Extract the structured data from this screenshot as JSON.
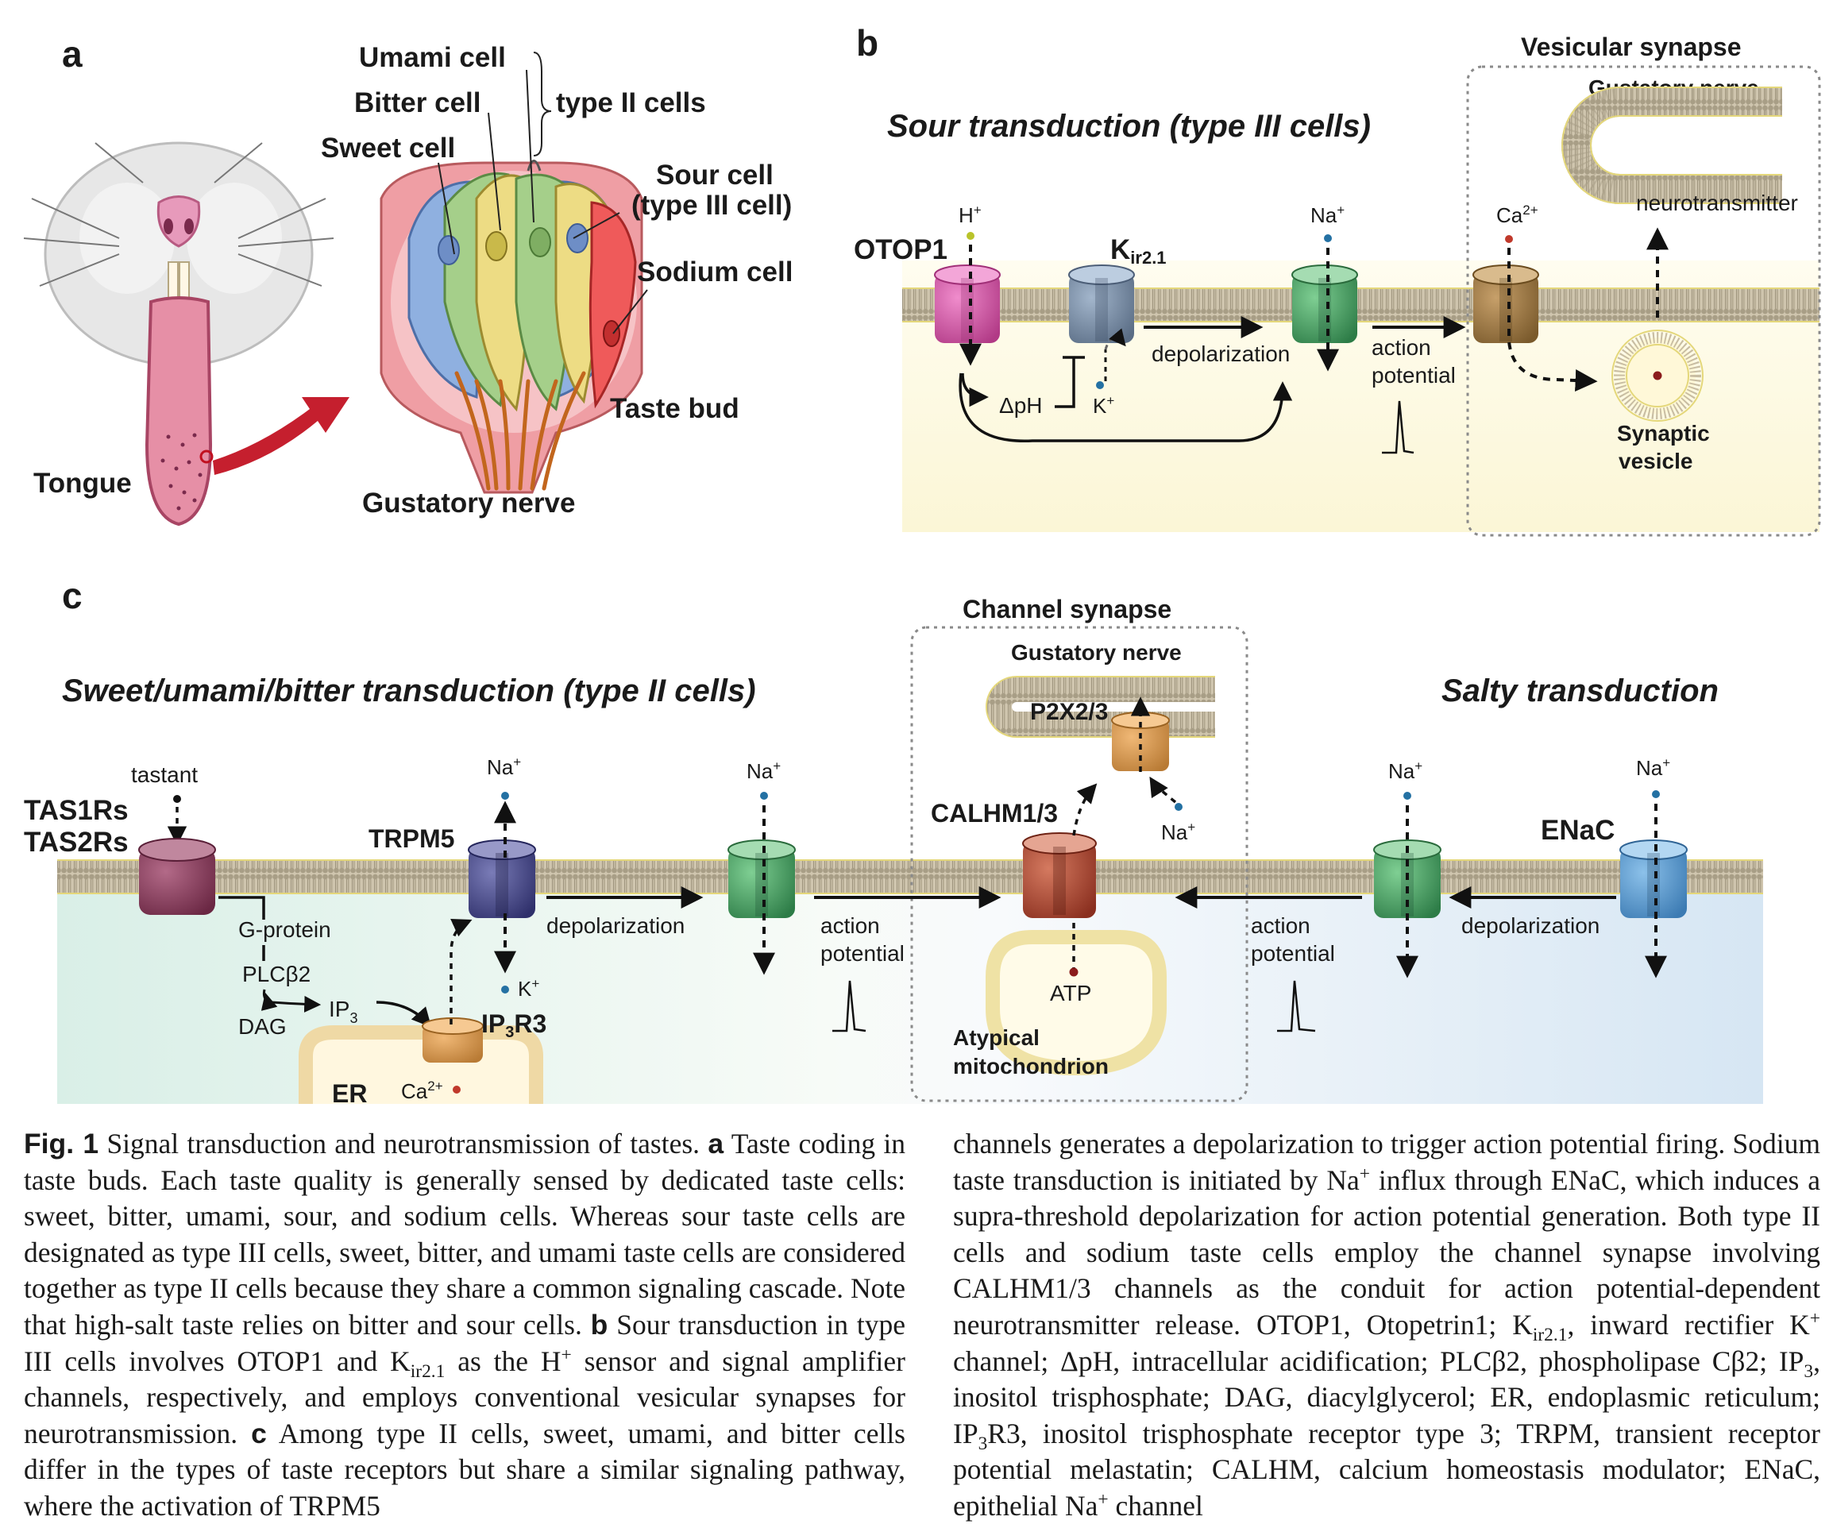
{
  "panel_a": {
    "letter": "a",
    "cells": {
      "umami": "Umami cell",
      "bitter": "Bitter cell",
      "sweet": "Sweet cell",
      "type2_group": "type II cells",
      "sour_line1": "Sour cell",
      "sour_line2": "(type III cell)",
      "sodium": "Sodium cell",
      "taste_bud": "Taste bud",
      "gustatory_nerve": "Gustatory nerve",
      "tongue": "Tongue"
    }
  },
  "panel_b": {
    "letter": "b",
    "title": "Sour transduction (type III cells)",
    "synapse_title": "Vesicular synapse",
    "gustatory_nerve": "Gustatory nerve",
    "neurotransmitter": "neurotransmitter",
    "synaptic_line1": "Synaptic",
    "synaptic_line2": "vesicle",
    "otop1": "OTOP1",
    "kir_main": "K",
    "kir_sub": "ir2.1",
    "h_ion": "H",
    "na_ion": "Na",
    "ca_ion": "Ca",
    "ca_charge": "2+",
    "k_ion": "K",
    "plus": "+",
    "dph": "ΔpH",
    "depolarization": "depolarization",
    "action": "action",
    "potential": "potential"
  },
  "panel_c": {
    "letter": "c",
    "title": "Sweet/umami/bitter transduction (type II cells)",
    "salty_title": "Salty transduction",
    "synapse_title": "Channel synapse",
    "gustatory_nerve": "Gustatory nerve",
    "p2x": "P2X2/3",
    "tastant": "tastant",
    "tas1rs": "TAS1Rs",
    "tas2rs": "TAS2Rs",
    "trpm5": "TRPM5",
    "calhm": "CALHM1/3",
    "enac": "ENaC",
    "gprotein": "G-protein",
    "plc": "PLCβ2",
    "dag": "DAG",
    "ip3_main": "IP",
    "ip3_sub": "3",
    "ip3r3_a": "IP",
    "ip3r3_sub": "3",
    "ip3r3_b": "R3",
    "er": "ER",
    "ca_ion": "Ca",
    "ca_charge": "2+",
    "na_ion": "Na",
    "k_ion": "K",
    "plus": "+",
    "atp": "ATP",
    "mito_line1": "Atypical",
    "mito_line2": "mitochondrion",
    "depolarization": "depolarization",
    "action": "action",
    "potential": "potential"
  },
  "caption": {
    "fig_label": "Fig. 1",
    "t1": " Signal transduction and neurotransmission of tastes. ",
    "a": "a",
    "t2": " Taste coding in taste buds. Each taste quality is generally sensed by dedicated taste cells: sweet, bitter, umami, sour, and sodium cells. Whereas sour taste cells are designated as type III cells, sweet, bitter, and umami taste cells are considered together as type II cells because they share a common signaling cascade. Note that high-salt taste relies on bitter and sour cells. ",
    "b": "b",
    "t3": " Sour transduction in type III cells involves OTOP1 and K",
    "sub_ir": "ir2.1",
    "t4": " as the H",
    "sup_plus": "+",
    "t5": " sensor and signal amplifier channels, respectively, and employs conventional vesicular synapses for neurotransmission. ",
    "c": "c",
    "t6": " Among type II cells, sweet, umami, and bitter cells differ in the types of taste receptors but share a similar signaling pathway, where the activation of TRPM5",
    "r1": "channels generates a depolarization to trigger action potential firing. Sodium taste transduction is initiated by Na",
    "r2": " influx through ENaC, which induces a supra-threshold depolarization for action potential generation. Both type II cells and sodium taste cells employ the channel synapse involving CALHM1/3 channels as the conduit for action potential-dependent neurotransmitter release. OTOP1, Otopetrin1; K",
    "r3": ", inward rectifier K",
    "r4": " channel; ΔpH, intracellular acidification; PLCβ2, phospholipase Cβ2; IP",
    "sub_3": "3",
    "r5": ", inositol trisphosphate; DAG, diacylglycerol; ER, endoplasmic reticulum; IP",
    "r6": "R3, inositol trisphosphate receptor type 3; TRPM, transient receptor potential melastatin; CALHM, calcium homeostasis modulator; ENaC, epithelial Na",
    "r7": " channel"
  }
}
